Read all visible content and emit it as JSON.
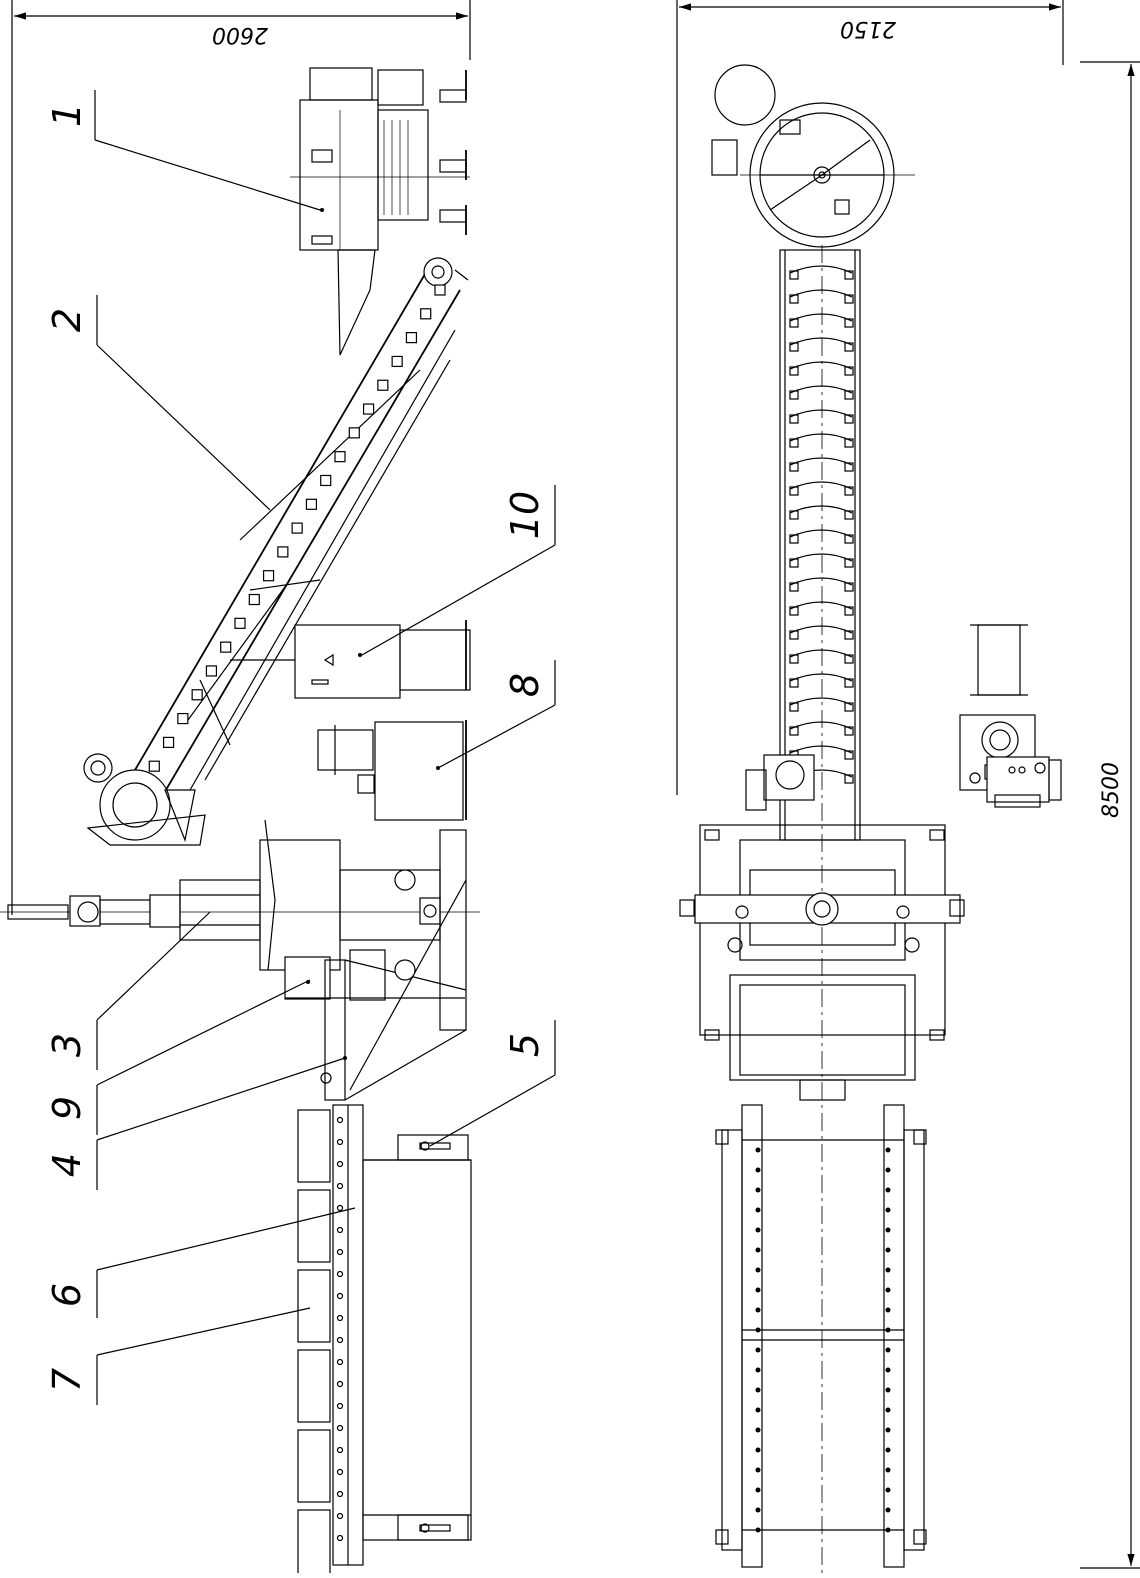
{
  "dimensions": {
    "side_width": "2600",
    "top_width": "2150",
    "total_length": "8500"
  },
  "callouts": [
    "1",
    "2",
    "3",
    "4",
    "5",
    "6",
    "7",
    "8",
    "9",
    "10"
  ]
}
